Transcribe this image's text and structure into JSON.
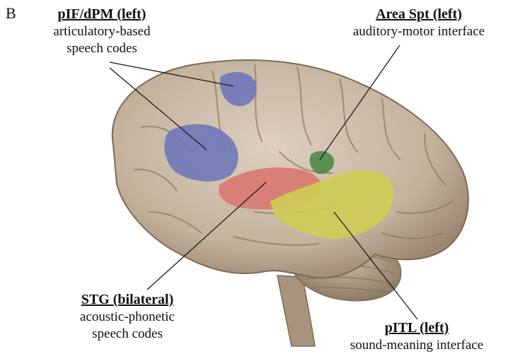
{
  "panel_letter": "B",
  "labels": {
    "pif": {
      "title": "pIF/dPM (left)",
      "desc1": "articulatory-based",
      "desc2": "speech codes"
    },
    "spt": {
      "title": "Area Spt (left)",
      "desc1": "auditory-motor interface"
    },
    "stg": {
      "title": "STG (bilateral)",
      "desc1": "acoustic-phonetic",
      "desc2": "speech codes"
    },
    "pitl": {
      "title": "pITL (left)",
      "desc1": "sound-meaning interface"
    }
  },
  "colors": {
    "brain": "#c9b9a6",
    "brain_dark": "#8d7a66",
    "pif_region": "#6f78b8",
    "spt_region": "#4f8a4a",
    "stg_region": "#d97a72",
    "pitl_region": "#cfcc55",
    "leader_line": "#1a1a1a"
  }
}
